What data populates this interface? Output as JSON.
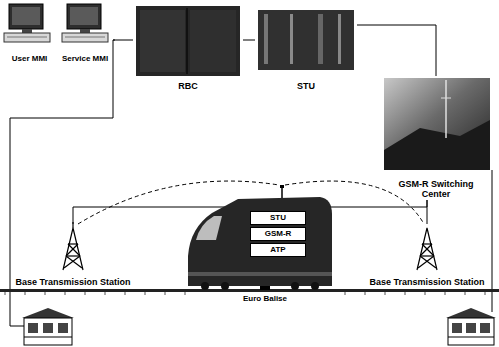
{
  "diagram": {
    "nodes": [
      {
        "text": [
          "User MMI"
        ]
      },
      {
        "text": [
          "Service MMI"
        ]
      },
      {
        "text": [
          "RBC"
        ]
      },
      {
        "text": [
          "STU"
        ]
      },
      {
        "text": [
          "GSM-R Switching Center"
        ]
      },
      {
        "text": [
          "Base Transmission Station"
        ]
      },
      {
        "text": [
          "Base Transmission Station"
        ]
      },
      {
        "text": [
          "STU"
        ]
      },
      {
        "text": [
          "GSM-R"
        ]
      },
      {
        "text": [
          "ATP"
        ]
      }
    ],
    "edges": [
      {
        "from": 1,
        "to": 2,
        "arrow": "none"
      },
      {
        "from": 2,
        "to": 3,
        "arrow": "none"
      },
      {
        "from": 3,
        "to": 4,
        "arrow": "none"
      },
      {
        "from": 4,
        "to": 5,
        "arrow": "none"
      },
      {
        "from": 4,
        "to": 6,
        "arrow": "none"
      }
    ],
    "labels": [
      "Euro Balise"
    ]
  }
}
